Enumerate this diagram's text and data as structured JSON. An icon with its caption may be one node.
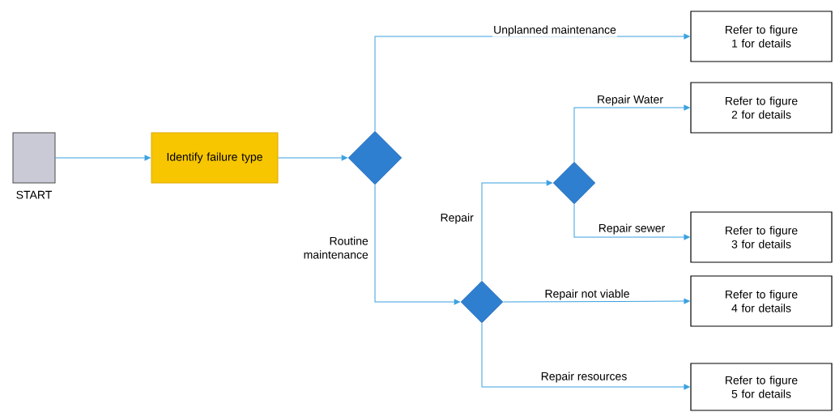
{
  "diagram": {
    "nodes": [
      {
        "text": [],
        "shape": "box",
        "beside": [
          "START"
        ]
      },
      {
        "text": [
          "Identify failure type"
        ]
      },
      {
        "text": [],
        "shape": "diamond"
      },
      {
        "text": [
          "Refer to figure 1 for details"
        ]
      },
      {
        "text": [],
        "shape": "diamond"
      },
      {
        "text": [],
        "shape": "diamond"
      },
      {
        "text": [
          "Refer to figure 2 for details"
        ]
      },
      {
        "text": [
          "Refer to figure 3 for details"
        ]
      },
      {
        "text": [
          "Refer to figure 4 for details"
        ]
      },
      {
        "text": [
          "Refer to figure 5 for details"
        ]
      }
    ],
    "edges": [
      {
        "from": 0,
        "to": 1,
        "arrow": "to"
      },
      {
        "from": 1,
        "to": 2,
        "arrow": "to"
      },
      {
        "from": 2,
        "to": 3,
        "arrow": "to",
        "label": "Unplanned maintenance"
      },
      {
        "from": 2,
        "to": 4,
        "arrow": "to",
        "label": "Routine maintenance"
      },
      {
        "from": 4,
        "to": 5,
        "arrow": "to",
        "label": "Repair"
      },
      {
        "from": 5,
        "to": 6,
        "arrow": "to",
        "label": "Repair Water"
      },
      {
        "from": 5,
        "to": 7,
        "arrow": "to",
        "label": "Repair sewer"
      },
      {
        "from": 4,
        "to": 8,
        "arrow": "to",
        "label": "Repair not viable"
      },
      {
        "from": 4,
        "to": 9,
        "arrow": "to",
        "label": "Repair resources"
      }
    ]
  }
}
